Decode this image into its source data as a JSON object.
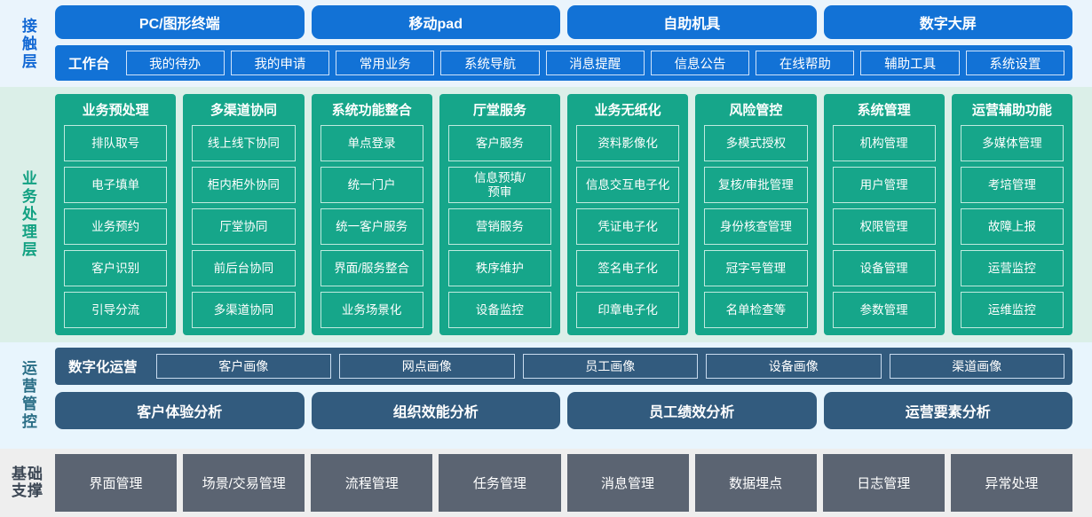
{
  "layers": {
    "contact": {
      "label": "接触层",
      "channels": [
        "PC/图形终端",
        "移动pad",
        "自助机具",
        "数字大屏"
      ],
      "workbench_label": "工作台",
      "functions": [
        "我的待办",
        "我的申请",
        "常用业务",
        "系统导航",
        "消息提醒",
        "信息公告",
        "在线帮助",
        "辅助工具",
        "系统设置"
      ]
    },
    "business": {
      "label": "业务处理层",
      "columns": [
        {
          "title": "业务预处理",
          "items": [
            "排队取号",
            "电子填单",
            "业务预约",
            "客户识别",
            "引导分流"
          ]
        },
        {
          "title": "多渠道协同",
          "items": [
            "线上线下协同",
            "柜内柜外协同",
            "厅堂协同",
            "前后台协同",
            "多渠道协同"
          ]
        },
        {
          "title": "系统功能整合",
          "items": [
            "单点登录",
            "统一门户",
            "统一客户服务",
            "界面/服务整合",
            "业务场景化"
          ]
        },
        {
          "title": "厅堂服务",
          "items": [
            "客户服务",
            "信息预填/\n预审",
            "营销服务",
            "秩序维护",
            "设备监控"
          ]
        },
        {
          "title": "业务无纸化",
          "items": [
            "资料影像化",
            "信息交互电子化",
            "凭证电子化",
            "签名电子化",
            "印章电子化"
          ]
        },
        {
          "title": "风险管控",
          "items": [
            "多模式授权",
            "复核/审批管理",
            "身份核查管理",
            "冠字号管理",
            "名单检查等"
          ]
        },
        {
          "title": "系统管理",
          "items": [
            "机构管理",
            "用户管理",
            "权限管理",
            "设备管理",
            "参数管理"
          ]
        },
        {
          "title": "运营辅助功能",
          "items": [
            "多媒体管理",
            "考培管理",
            "故障上报",
            "运营监控",
            "运维监控"
          ]
        }
      ]
    },
    "operations": {
      "label": "运营管控",
      "digital_title": "数字化运营",
      "portraits": [
        "客户画像",
        "网点画像",
        "员工画像",
        "设备画像",
        "渠道画像"
      ],
      "analyses": [
        "客户体验分析",
        "组织效能分析",
        "员工绩效分析",
        "运营要素分析"
      ]
    },
    "foundation": {
      "label_line1": "基础",
      "label_line2": "支撑",
      "items": [
        "界面管理",
        "场景/交易管理",
        "流程管理",
        "任务管理",
        "消息管理",
        "数据埋点",
        "日志管理",
        "异常处理"
      ]
    }
  },
  "colors": {
    "contact_bg": "#eaf4fc",
    "contact_accent": "#1272d6",
    "business_bg": "#dbefe8",
    "business_accent": "#16a68a",
    "operations_bg": "#e8f5fd",
    "operations_accent": "#325b7e",
    "foundation_bg": "#eeeeee",
    "foundation_accent": "#5b6472"
  }
}
